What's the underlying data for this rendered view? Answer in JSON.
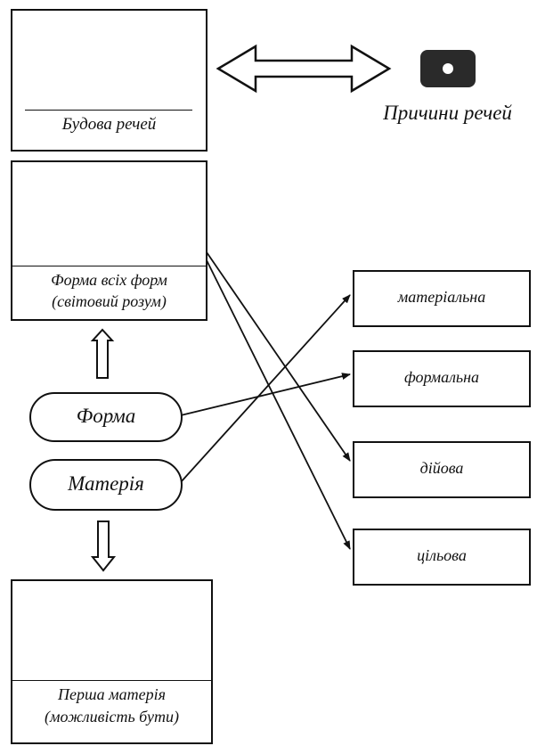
{
  "left_boxes": {
    "structure": {
      "label": "Будова речей"
    },
    "form_of_forms": {
      "line1": "Форма всіх форм",
      "line2": "(світовий розум)"
    },
    "prime_matter": {
      "line1": "Перша матерія",
      "line2": "(можливість бути)"
    }
  },
  "pills": {
    "form": "Форма",
    "matter": "Матерія"
  },
  "causes_title": "Причини речей",
  "causes": [
    {
      "label": "матеріальна"
    },
    {
      "label": "формальна"
    },
    {
      "label": "дійова"
    },
    {
      "label": "цільова"
    }
  ]
}
